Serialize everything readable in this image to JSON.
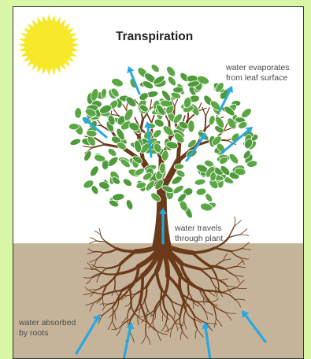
{
  "title": "Transpiration",
  "labels": {
    "evaporates": [
      "water evaporates",
      "from leaf surface"
    ],
    "travels": [
      "water travels",
      "through plant"
    ],
    "absorbed": [
      "water absorbed",
      "by roots"
    ]
  },
  "colors": {
    "page_background": "#d9f7a6",
    "sky": "#ffffff",
    "soil": "#c6b49a",
    "sun": "#f5e92a",
    "leaf": "#4f9a3a",
    "trunk": "#6b3a1a",
    "arrow": "#29a8e0"
  },
  "icons": [
    "sun-icon",
    "tree-icon",
    "roots-icon",
    "arrow-icon"
  ]
}
